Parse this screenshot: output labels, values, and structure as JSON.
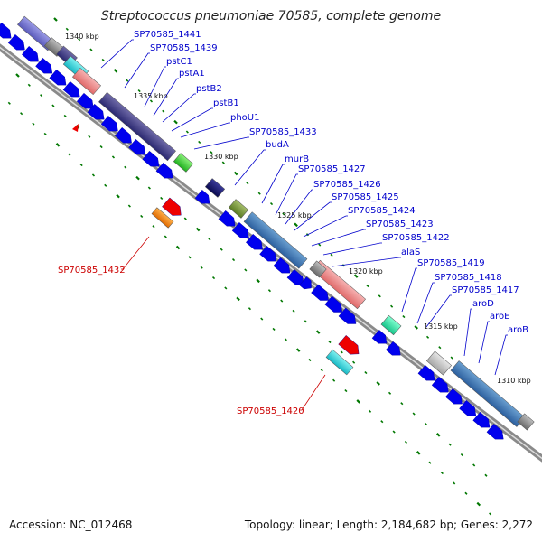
{
  "title": "Streptococcus pneumoniae 70585, complete genome",
  "accession": "Accession: NC_012468",
  "topology": "Topology: linear; Length: 2,184,682 bp; Genes: 2,272",
  "colors": {
    "forward_gene": "#0000ee",
    "reverse_gene": "#ee0000",
    "label_blue": "#0000cc",
    "label_red": "#cc0000",
    "leader_blue": "#0000cc",
    "leader_red": "#cc0000",
    "tick_green": "#007700",
    "backbone": "#8a8a8a"
  },
  "scale_labels": [
    "1340 kbp",
    "1335 kbp",
    "1330 kbp",
    "1325 kbp",
    "1320 kbp",
    "1315 kbp",
    "1310 kbp"
  ],
  "forward_labels": [
    "SP70585_1441",
    "SP70585_1439",
    "pstC1",
    "pstA1",
    "pstB2",
    "pstB1",
    "phoU1",
    "SP70585_1433",
    "budA",
    "murB",
    "SP70585_1427",
    "SP70585_1426",
    "SP70585_1425",
    "SP70585_1424",
    "SP70585_1423",
    "SP70585_1422",
    "alaS",
    "SP70585_1419",
    "SP70585_1418",
    "SP70585_1417",
    "aroD",
    "aroE",
    "aroB"
  ],
  "reverse_labels": [
    "SP70585_1432",
    "SP70585_1420"
  ]
}
